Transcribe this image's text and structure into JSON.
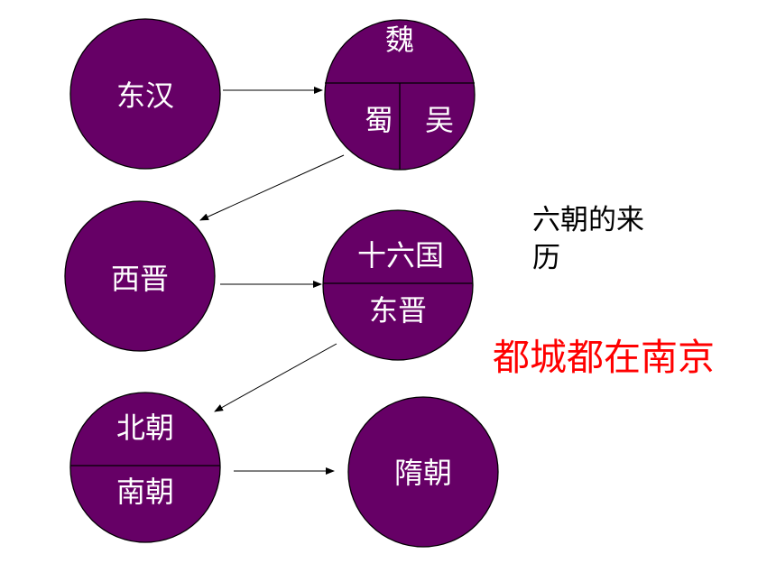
{
  "nodes": {
    "donghan": "东汉",
    "sanguo_wei": "魏",
    "sanguo_shu": "蜀",
    "sanguo_wu": "吴",
    "xijin": "西晋",
    "shiliuguo": "十六国",
    "dongjin": "东晋",
    "beichao": "北朝",
    "nanchao": "南朝",
    "suichao": "隋朝"
  },
  "notes": {
    "origin_line1": "六朝的来",
    "origin_line2": "历",
    "capital": "都城都在南京"
  },
  "colors": {
    "circle_fill": "#660066",
    "circle_text": "#ffffff",
    "capital_text": "#ff0000"
  }
}
